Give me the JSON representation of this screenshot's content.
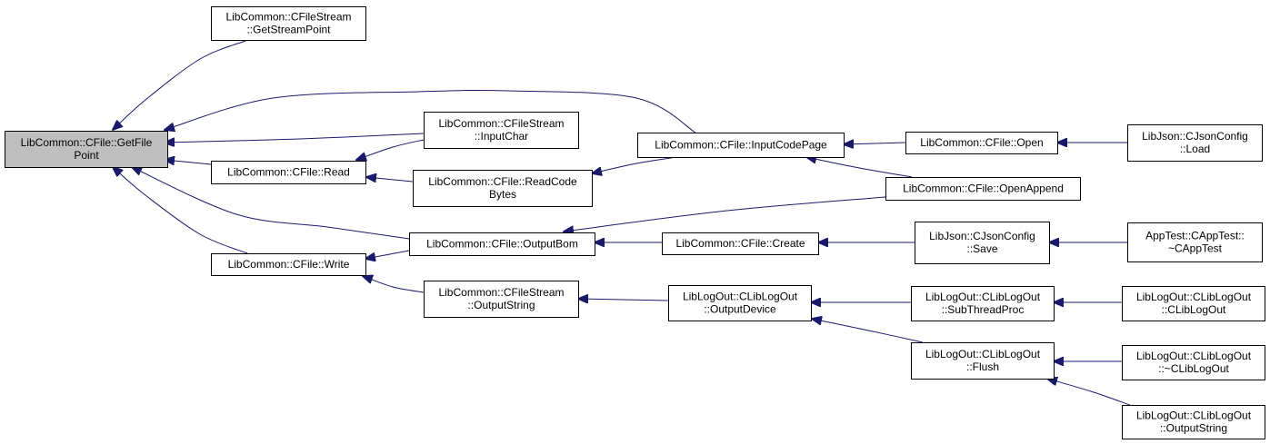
{
  "colors": {
    "edge": "#191970",
    "root_fill": "#bfbfbf",
    "node_fill": "#ffffff",
    "border": "#000000"
  },
  "nodes": [
    {
      "id": "getfilepoint",
      "lines": [
        "LibCommon::CFile::GetFile",
        "Point"
      ],
      "root": true
    },
    {
      "id": "getstreampoint",
      "lines": [
        "LibCommon::CFileStream",
        "::GetStreamPoint"
      ]
    },
    {
      "id": "inputchar",
      "lines": [
        "LibCommon::CFileStream",
        "::InputChar"
      ]
    },
    {
      "id": "read",
      "lines": [
        "LibCommon::CFile::Read"
      ]
    },
    {
      "id": "readcodebytes",
      "lines": [
        "LibCommon::CFile::ReadCode",
        "Bytes"
      ]
    },
    {
      "id": "inputcodepage",
      "lines": [
        "LibCommon::CFile::InputCodePage"
      ]
    },
    {
      "id": "open",
      "lines": [
        "LibCommon::CFile::Open"
      ]
    },
    {
      "id": "load",
      "lines": [
        "LibJson::CJsonConfig",
        "::Load"
      ]
    },
    {
      "id": "openappend",
      "lines": [
        "LibCommon::CFile::OpenAppend"
      ]
    },
    {
      "id": "write",
      "lines": [
        "LibCommon::CFile::Write"
      ]
    },
    {
      "id": "outputbom",
      "lines": [
        "LibCommon::CFile::OutputBom"
      ]
    },
    {
      "id": "create",
      "lines": [
        "LibCommon::CFile::Create"
      ]
    },
    {
      "id": "save",
      "lines": [
        "LibJson::CJsonConfig",
        "::Save"
      ]
    },
    {
      "id": "capptest",
      "lines": [
        "AppTest::CAppTest::",
        "~CAppTest"
      ]
    },
    {
      "id": "outputstring_fs",
      "lines": [
        "LibCommon::CFileStream",
        "::OutputString"
      ]
    },
    {
      "id": "outputdevice",
      "lines": [
        "LibLogOut::CLibLogOut",
        "::OutputDevice"
      ]
    },
    {
      "id": "subthreadproc",
      "lines": [
        "LibLogOut::CLibLogOut",
        "::SubThreadProc"
      ]
    },
    {
      "id": "cliblogout_ctor",
      "lines": [
        "LibLogOut::CLibLogOut",
        "::CLibLogOut"
      ]
    },
    {
      "id": "flush",
      "lines": [
        "LibLogOut::CLibLogOut",
        "::Flush"
      ]
    },
    {
      "id": "cliblogout_dtor",
      "lines": [
        "LibLogOut::CLibLogOut",
        "::~CLibLogOut"
      ]
    },
    {
      "id": "outputstring_lo",
      "lines": [
        "LibLogOut::CLibLogOut",
        "::OutputString"
      ]
    }
  ],
  "edges": [
    {
      "from": "getstreampoint",
      "to": "getfilepoint"
    },
    {
      "from": "inputcodepage",
      "to": "getfilepoint"
    },
    {
      "from": "inputchar",
      "to": "getfilepoint"
    },
    {
      "from": "read",
      "to": "getfilepoint"
    },
    {
      "from": "outputbom",
      "to": "getfilepoint"
    },
    {
      "from": "write",
      "to": "getfilepoint"
    },
    {
      "from": "inputchar",
      "to": "read"
    },
    {
      "from": "readcodebytes",
      "to": "read"
    },
    {
      "from": "inputcodepage",
      "to": "readcodebytes"
    },
    {
      "from": "open",
      "to": "inputcodepage"
    },
    {
      "from": "openappend",
      "to": "inputcodepage"
    },
    {
      "from": "load",
      "to": "open"
    },
    {
      "from": "openappend",
      "to": "outputbom"
    },
    {
      "from": "outputbom",
      "to": "write"
    },
    {
      "from": "outputstring_fs",
      "to": "write"
    },
    {
      "from": "create",
      "to": "outputbom"
    },
    {
      "from": "save",
      "to": "create"
    },
    {
      "from": "capptest",
      "to": "save"
    },
    {
      "from": "outputdevice",
      "to": "outputstring_fs"
    },
    {
      "from": "subthreadproc",
      "to": "outputdevice"
    },
    {
      "from": "flush",
      "to": "outputdevice"
    },
    {
      "from": "cliblogout_ctor",
      "to": "subthreadproc"
    },
    {
      "from": "cliblogout_dtor",
      "to": "flush"
    },
    {
      "from": "outputstring_lo",
      "to": "flush"
    }
  ]
}
